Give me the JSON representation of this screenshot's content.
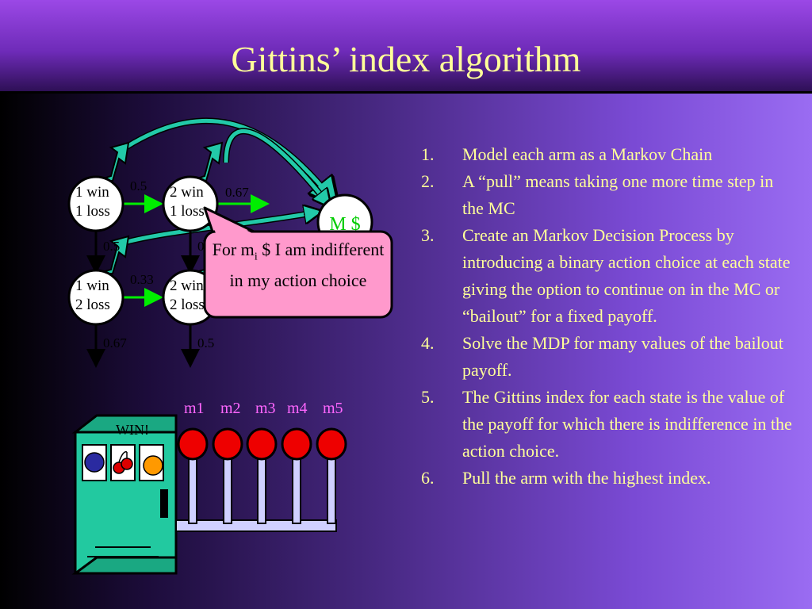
{
  "slide": {
    "title": "Gittins’ index algorithm"
  },
  "list": [
    {
      "num": "1.",
      "text": "Model each arm as a Markov Chain"
    },
    {
      "num": "2.",
      "text": "A “pull” means taking one more time step in the MC"
    },
    {
      "num": "3.",
      "text": "Create an Markov Decision Process by introducing a binary action choice at each state giving the option to continue on in the MC or “bailout” for a fixed payoff."
    },
    {
      "num": "4.",
      "text": "Solve the MDP for many values of the bailout payoff."
    },
    {
      "num": "5.",
      "text": "The Gittins index for each state is the value of the payoff for which there is indifference in the action choice."
    },
    {
      "num": "6.",
      "text": "Pull the arm with the highest index."
    }
  ],
  "diagram": {
    "states": {
      "s11_line1": "1 win",
      "s11_line2": "1 loss",
      "s21_line1": "2 win",
      "s21_line2": "1 loss",
      "s12_line1": "1 win",
      "s12_line2": "2 loss",
      "s22_line1": "2 win",
      "s22_line2": "2 loss"
    },
    "probs": {
      "p_s11_right": "0.5",
      "p_s21_right": "0.67",
      "p_s11_down": "0.5",
      "p_s21_down": "0.33",
      "p_s12_right": "0.33",
      "p_s12_down": "0.67",
      "p_s22_down": "0.5"
    },
    "bailout_node": "M $",
    "callout": {
      "prefix": "For m",
      "sub": "i",
      "suffix": " $ I am indifferent in my action choice"
    },
    "slot_sign": "WIN!",
    "arm_labels": [
      "m1",
      "m2",
      "m3",
      "m4",
      "m5"
    ]
  },
  "colors": {
    "title_text": "#ffff99",
    "list_text": "#ffff99",
    "arm_label": "#ff66ff",
    "state_fill": "#ffffff",
    "bailout_text": "#00cc00",
    "transition_arrow": "#00ee00",
    "bailout_arrow": "#22c9a8",
    "callout_fill": "#ff99cc",
    "machine_body": "#22c9a0",
    "lever_knob": "#ee0000",
    "lever_bar": "#d0d0ff"
  }
}
